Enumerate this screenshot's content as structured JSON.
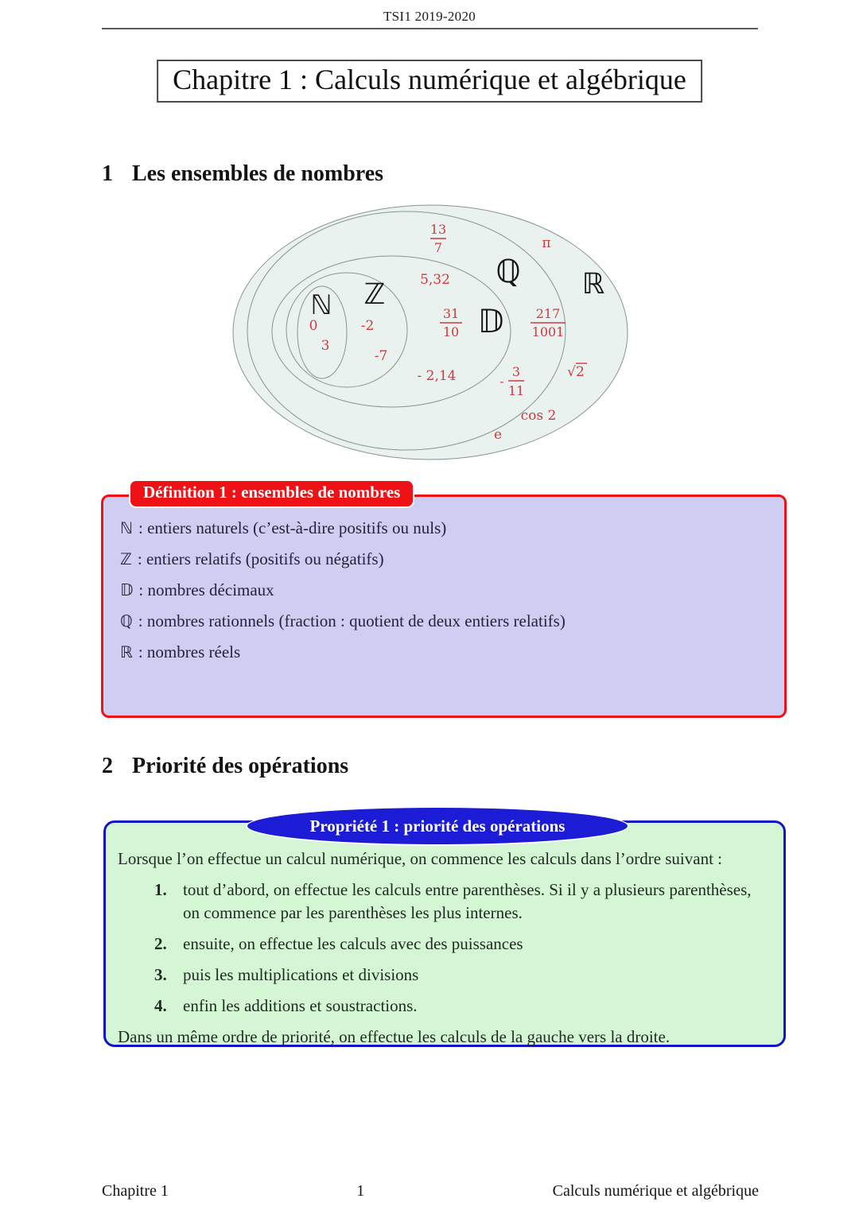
{
  "page": {
    "running_header": "TSI1 2019-2020",
    "chapter_title": "Chapitre 1 : Calculs numérique et algébrique"
  },
  "sections": [
    {
      "number": "1",
      "title": "Les ensembles de nombres"
    },
    {
      "number": "2",
      "title": "Priorité des opérations"
    }
  ],
  "figure": {
    "colors": {
      "background": "#e9f2ee",
      "outline": "#86978f",
      "numbers": "#d23840"
    },
    "set_labels": {
      "N": "ℕ",
      "Z": "ℤ",
      "D": "𝔻",
      "Q": "ℚ",
      "R": "ℝ"
    },
    "numbers": {
      "zero": "0",
      "three": "3",
      "minus_two": "-2",
      "minus_seven": "-7",
      "five_comma_32": "5,32",
      "minus_2_14": "- 2,14",
      "frac_13_7": {
        "num": "13",
        "den": "7"
      },
      "frac_31_10": {
        "num": "31",
        "den": "10"
      },
      "frac_217_1001": {
        "num": "217",
        "den": "1001"
      },
      "neg_frac_3_11": {
        "sign": "-",
        "num": "3",
        "den": "11"
      },
      "pi": "π",
      "sqrt2": "√2",
      "cos2": "cos 2",
      "e": "e"
    }
  },
  "definition_box": {
    "title": "Définition 1 : ensembles de nombres",
    "accent_color": "#ee1116",
    "background_color": "#cfcef2",
    "items": [
      {
        "symbol": "ℕ",
        "text": ": entiers naturels (c’est-à-dire positifs ou nuls)"
      },
      {
        "symbol": "ℤ",
        "text": ": entiers relatifs (positifs ou négatifs)"
      },
      {
        "symbol": "𝔻",
        "text": ": nombres décimaux"
      },
      {
        "symbol": "ℚ",
        "text": ": nombres rationnels (fraction : quotient de deux entiers relatifs)"
      },
      {
        "symbol": "ℝ",
        "text": ": nombres réels"
      }
    ]
  },
  "property_box": {
    "title": "Propriété 1 : priorité des opérations",
    "accent_color": "#1414c6",
    "background_color": "#d4f6d4",
    "intro": "Lorsque l’on effectue un calcul numérique, on commence les calculs dans l’ordre suivant :",
    "items": [
      {
        "num": "1.",
        "text": "tout d’abord, on effectue les calculs entre parenthèses. Si il y a plusieurs parenthèses, on commence par les parenthèses les plus internes."
      },
      {
        "num": "2.",
        "text": "ensuite, on effectue les calculs avec des puissances"
      },
      {
        "num": "3.",
        "text": "puis les multiplications et divisions"
      },
      {
        "num": "4.",
        "text": "enfin les additions et soustractions."
      }
    ],
    "outro": "Dans un même ordre de priorité, on effectue les calculs de la gauche vers la droite."
  },
  "footer": {
    "left": "Chapitre 1",
    "page_number": "1",
    "right": "Calculs numérique et algébrique"
  }
}
